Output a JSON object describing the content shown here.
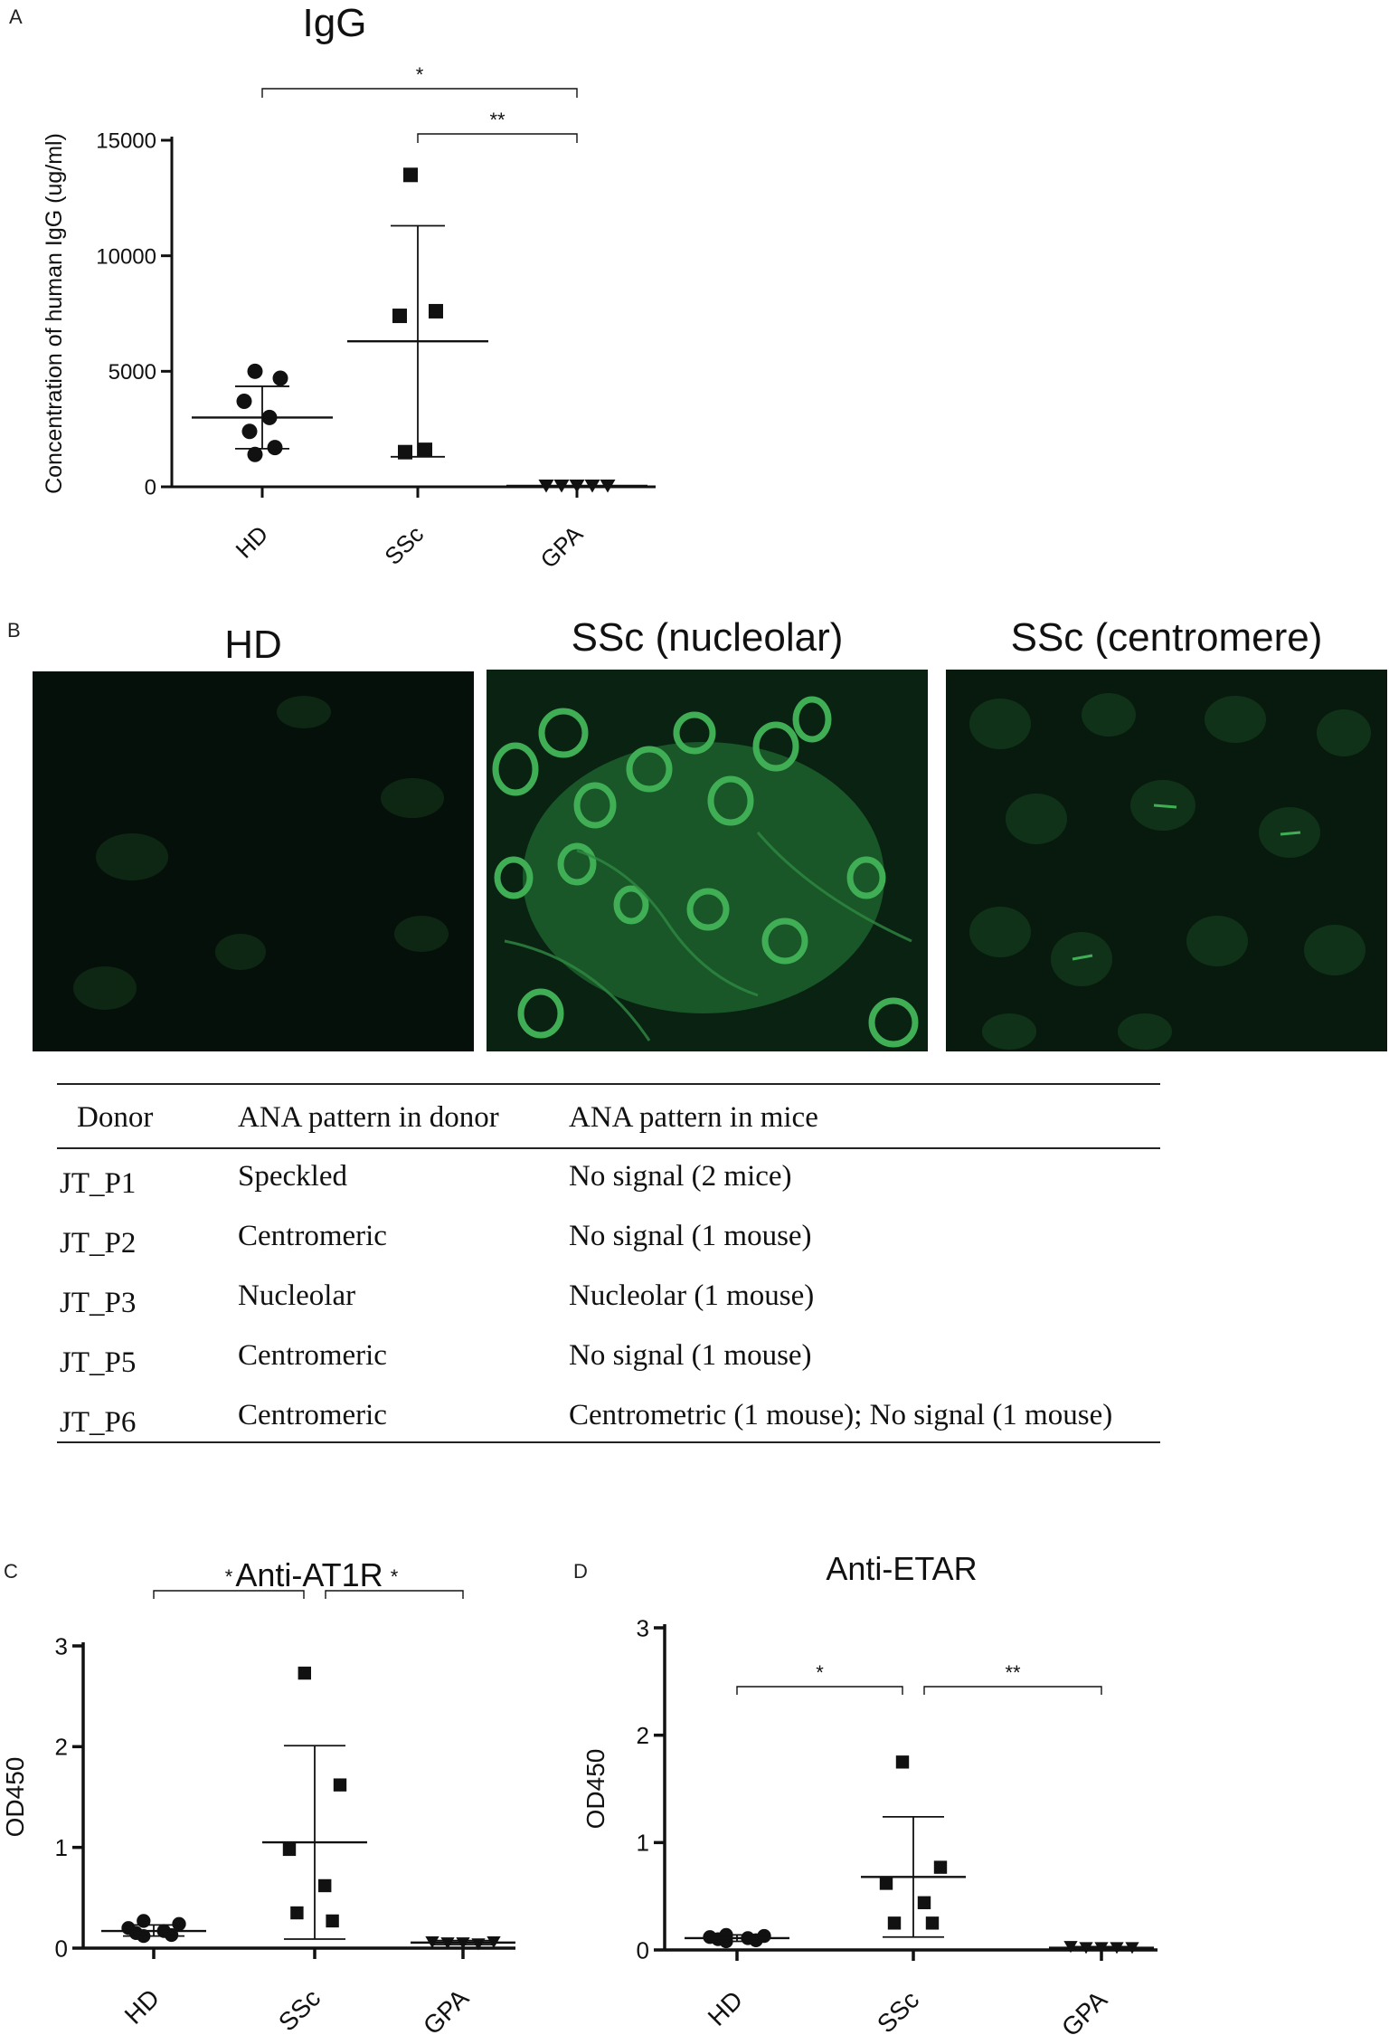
{
  "panels": {
    "a": "A",
    "b": "B",
    "c": "C",
    "d": "D"
  },
  "chart_data": [
    {
      "id": "A",
      "type": "scatter",
      "title": "IgG",
      "xlabel": "",
      "ylabel": "Concentration of human IgG (ug/ml)",
      "categories": [
        "HD",
        "SSc",
        "GPA"
      ],
      "ylim": [
        0,
        15000
      ],
      "yticks": [
        0,
        5000,
        10000,
        15000
      ],
      "groups": [
        {
          "name": "HD",
          "marker": "circle",
          "points": [
            5000,
            4700,
            3700,
            3000,
            2400,
            1700,
            1400
          ],
          "mean": 3000,
          "sd_low": 1650,
          "sd_high": 4350
        },
        {
          "name": "SSc",
          "marker": "square",
          "points": [
            13500,
            7600,
            7400,
            1600,
            1500
          ],
          "mean": 6300,
          "sd_low": 1300,
          "sd_high": 11300
        },
        {
          "name": "GPA",
          "marker": "triangle-down",
          "points": [
            40,
            40,
            40,
            40,
            40
          ],
          "mean": 40,
          "sd_low": 40,
          "sd_high": 40
        }
      ],
      "significance": [
        {
          "from": "HD",
          "to": "GPA",
          "label": "*"
        },
        {
          "from": "SSc",
          "to": "GPA",
          "label": "**"
        }
      ]
    },
    {
      "id": "C",
      "type": "scatter",
      "title": "Anti-AT1R",
      "xlabel": "",
      "ylabel": "OD450",
      "categories": [
        "HD",
        "SSc",
        "GPA"
      ],
      "ylim": [
        0,
        3
      ],
      "yticks": [
        0,
        1,
        2,
        3
      ],
      "groups": [
        {
          "name": "HD",
          "marker": "circle",
          "points": [
            0.27,
            0.24,
            0.2,
            0.17,
            0.15,
            0.13,
            0.12
          ],
          "mean": 0.17,
          "sd_low": 0.12,
          "sd_high": 0.23
        },
        {
          "name": "SSc",
          "marker": "square",
          "points": [
            2.73,
            1.62,
            0.98,
            0.62,
            0.35,
            0.27
          ],
          "mean": 1.05,
          "sd_low": 0.09,
          "sd_high": 2.01
        },
        {
          "name": "GPA",
          "marker": "triangle-down",
          "points": [
            0.06,
            0.05,
            0.05,
            0.04,
            0.06
          ],
          "mean": 0.055,
          "sd_low": 0.035,
          "sd_high": 0.075
        }
      ],
      "significance": [
        {
          "from": "HD",
          "to": "SSc",
          "label": "*"
        },
        {
          "from": "SSc",
          "to": "GPA",
          "label": "*"
        }
      ]
    },
    {
      "id": "D",
      "type": "scatter",
      "title": "Anti-ETAR",
      "xlabel": "",
      "ylabel": "OD450",
      "categories": [
        "HD",
        "SSc",
        "GPA"
      ],
      "ylim": [
        0,
        3
      ],
      "yticks": [
        0,
        1,
        2,
        3
      ],
      "groups": [
        {
          "name": "HD",
          "marker": "circle",
          "points": [
            0.14,
            0.13,
            0.12,
            0.11,
            0.1,
            0.09,
            0.08
          ],
          "mean": 0.11,
          "sd_low": 0.08,
          "sd_high": 0.14
        },
        {
          "name": "SSc",
          "marker": "square",
          "points": [
            1.75,
            0.77,
            0.62,
            0.44,
            0.25,
            0.25
          ],
          "mean": 0.68,
          "sd_low": 0.12,
          "sd_high": 1.24
        },
        {
          "name": "GPA",
          "marker": "triangle-down",
          "points": [
            0.03,
            0.02,
            0.02,
            0.02,
            0.02
          ],
          "mean": 0.02,
          "sd_low": 0.01,
          "sd_high": 0.03
        }
      ],
      "significance": [
        {
          "from": "HD",
          "to": "SSc",
          "label": "*"
        },
        {
          "from": "SSc",
          "to": "GPA",
          "label": "**"
        }
      ]
    }
  ],
  "micrographs": [
    {
      "title": "HD"
    },
    {
      "title": "SSc (nucleolar)"
    },
    {
      "title": "SSc (centromere)"
    }
  ],
  "table": {
    "headers": [
      "Donor",
      "ANA pattern in donor",
      "ANA pattern in mice"
    ],
    "rows": [
      {
        "donor_main": "JT",
        "donor_sub": "P1",
        "donor_pattern": "Speckled",
        "mice_pattern": "No signal (2 mice)"
      },
      {
        "donor_main": "JT",
        "donor_sub": "P2",
        "donor_pattern": "Centromeric",
        "mice_pattern": "No signal (1 mouse)"
      },
      {
        "donor_main": "JT",
        "donor_sub": "P3",
        "donor_pattern": "Nucleolar",
        "mice_pattern": "Nucleolar (1 mouse)"
      },
      {
        "donor_main": "JT",
        "donor_sub": "P5",
        "donor_pattern": "Centromeric",
        "mice_pattern": "No signal (1 mouse)"
      },
      {
        "donor_main": "JT",
        "donor_sub": "P6",
        "donor_pattern": "Centromeric",
        "mice_pattern": "Centrometric (1 mouse); No signal (1 mouse)"
      }
    ]
  },
  "colors": {
    "ink": "#111111",
    "fluorescence": "#3fae55",
    "background": "#07120a"
  }
}
